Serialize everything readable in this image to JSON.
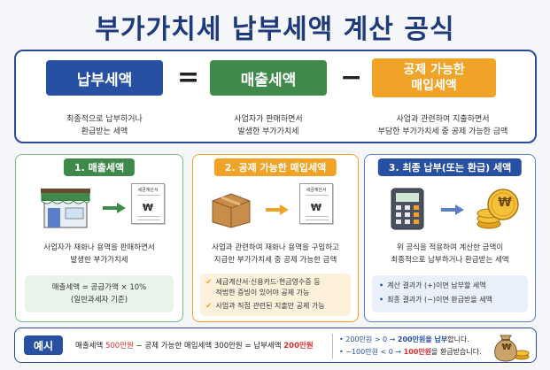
{
  "title": "부가가치세 납부세액 계산 공식",
  "formula": {
    "left_label": "납부세액",
    "equals": "=",
    "mid_label": "매출세액",
    "minus": "−",
    "right_label_line1": "공제 가능한",
    "right_label_line2": "매입세액",
    "left_desc_1": "최종적으로 납부하거나",
    "left_desc_2": "환급받는 세액",
    "mid_desc_1": "사업자가 판매하면서",
    "mid_desc_2": "발생한 부가가치세",
    "right_desc_1": "사업과 관련하여 지출하면서",
    "right_desc_2": "부담한 부가가치세 중 공제 가능한 금액"
  },
  "cards": {
    "sales": {
      "title": "1. 매출세액",
      "doc_title": "세금계산서",
      "desc_1": "사업자가 재화나 용역을 판매하면서",
      "desc_2": "발생한 부가가치세",
      "box_1": "매출세액 = 공급가액 × 10%",
      "box_2": "(일반과세자 기준)"
    },
    "purchase": {
      "title": "2. 공제 가능한 매입세액",
      "doc_title": "세금계산서",
      "desc_1": "사업과 관련하여 재화나 용역을 구입하고",
      "desc_2": "지급한 부가가치세 중 공제 가능한 금액",
      "bullet_1a": "세금계산서·신용카드·현금영수증 등",
      "bullet_1b": "적법한 증빙이 있어야 공제 가능",
      "bullet_2": "사업과 직접 관련된 지출만 공제 가능"
    },
    "final": {
      "title": "3. 최종 납부(또는 환급) 세액",
      "coin_symbol": "₩",
      "desc_1": "위 공식을 적용하여 계산한 금액이",
      "desc_2": "최종적으로 납부하거나 환급받는 세액",
      "bullet_1": "계산 결과가 (+)이면 납부할 세액",
      "bullet_2": "최종 결과가 (−)이면 환급받을 세액"
    }
  },
  "example": {
    "label": "예시",
    "f_part1": "매출세액 ",
    "f_sales": "500만원",
    "f_part2": " − 공제 가능한 매입세액 300만원 = 납부세액 ",
    "f_result": "200만원",
    "r1_a": "• 200만원 > 0 → ",
    "r1_b": "200만원을 납부",
    "r1_c": "합니다.",
    "r2_a": "• −100만원 < 0 → ",
    "r2_b": "100만원",
    "r2_c": "을 환급받습니다.",
    "bag_symbol": "₩"
  },
  "currency_symbol": "₩",
  "colors": {
    "navy": "#1f3a7a",
    "blue": "#2750a3",
    "green": "#3f8a4a",
    "orange": "#f0a326",
    "red": "#d62e2e"
  }
}
